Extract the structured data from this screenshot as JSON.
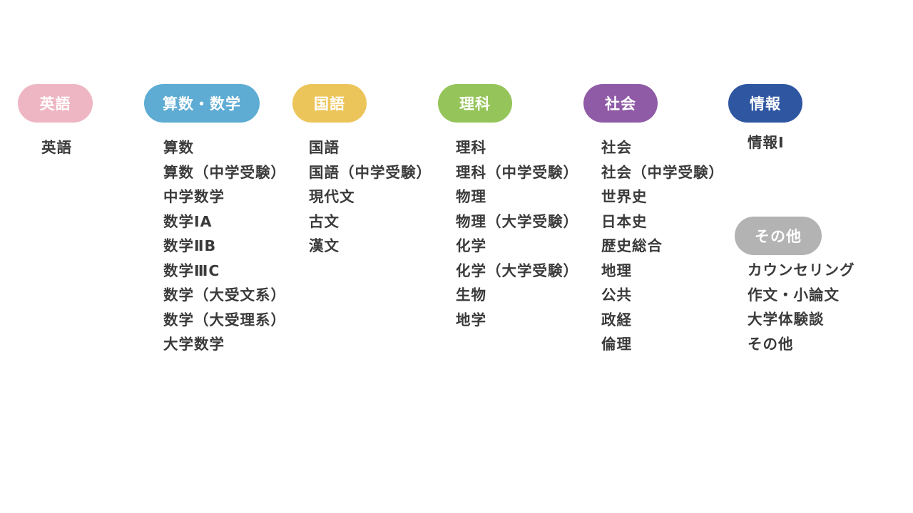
{
  "colors": {
    "english": "#eeb6c3",
    "math": "#5eacd3",
    "japanese": "#ecc55a",
    "science": "#95c55a",
    "social": "#8f5ba6",
    "info": "#2f56a1",
    "other": "#b3b3b3",
    "item_text": "#3a3a3a"
  },
  "categories": [
    {
      "key": "english",
      "label": "英語",
      "items": [
        "英語"
      ]
    },
    {
      "key": "math",
      "label": "算数・数学",
      "items": [
        "算数",
        "算数（中学受験）",
        "中学数学",
        "数学ⅠA",
        "数学ⅡB",
        "数学ⅢC",
        "数学（大受文系）",
        "数学（大受理系）",
        "大学数学"
      ]
    },
    {
      "key": "japanese",
      "label": "国語",
      "items": [
        "国語",
        "国語（中学受験）",
        "現代文",
        "古文",
        "漢文"
      ]
    },
    {
      "key": "science",
      "label": "理科",
      "items": [
        "理科",
        "理科（中学受験）",
        "物理",
        "物理（大学受験）",
        "化学",
        "化学（大学受験）",
        "生物",
        "地学"
      ]
    },
    {
      "key": "social",
      "label": "社会",
      "items": [
        "社会",
        "社会（中学受験）",
        "世界史",
        "日本史",
        "歴史総合",
        "地理",
        "公共",
        "政経",
        "倫理"
      ]
    },
    {
      "key": "info",
      "label": "情報",
      "items": [
        "情報Ⅰ"
      ]
    },
    {
      "key": "other",
      "label": "その他",
      "items": [
        "カウンセリング",
        "作文・小論文",
        "大学体験談",
        "その他"
      ]
    }
  ]
}
